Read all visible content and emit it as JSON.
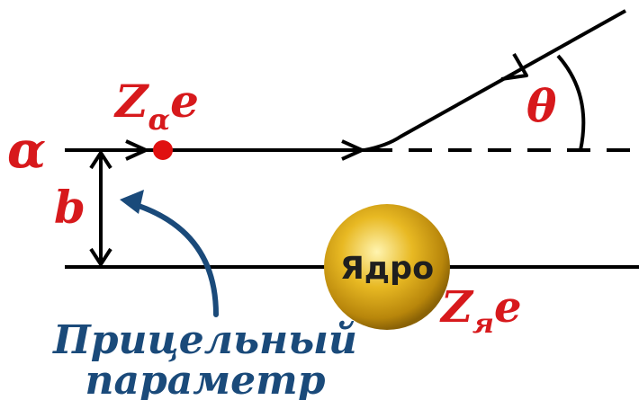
{
  "diagram": {
    "alpha_symbol": "α",
    "alpha_charge": {
      "base": "Z",
      "subscript": "α",
      "suffix": "e"
    },
    "nucleus_label": "Ядро",
    "nucleus_charge": {
      "base": "Z",
      "subscript": "я",
      "suffix": "e"
    },
    "impact_parameter_symbol": "b",
    "scattering_angle_symbol": "θ",
    "caption_line1": "Прицельный",
    "caption_line2": "параметр",
    "colors": {
      "label_red": "#d7191c",
      "caption_blue": "#1a4a7a",
      "line": "#000000",
      "nucleus_fill": "#d4a017",
      "particle": "#e01010"
    }
  }
}
